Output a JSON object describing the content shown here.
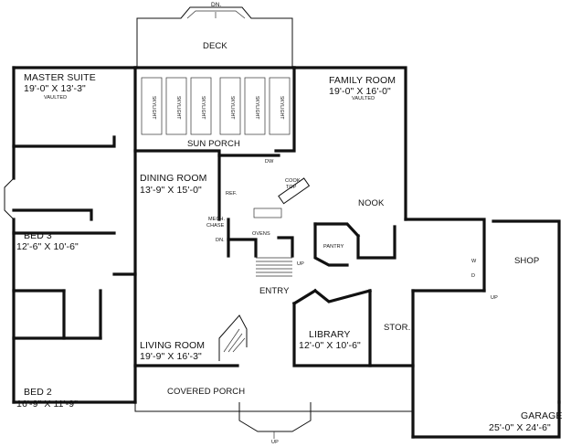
{
  "rooms": {
    "deck_dn": "DN.",
    "deck": "DECK",
    "master_suite": "MASTER SUITE",
    "master_suite_dim": "19'-0\" X 13'-3\"",
    "master_vaulted": "VAULTED",
    "family_room": "FAMILY ROOM",
    "family_room_dim": "19'-0\" X 16'-0\"",
    "family_vaulted": "VAULTED",
    "skylight": "SKYLIGHT",
    "sun_porch": "SUN PORCH",
    "dining_room": "DINING ROOM",
    "dining_room_dim": "13'-9\" X 15'-0\"",
    "dw": "DW",
    "cook_top": "COOK",
    "cook_top2": "TOP",
    "ref": "REF.",
    "nook": "NOOK",
    "bed3": "BED 3",
    "bed3_dim": "12'-6\" X 10'-6\"",
    "mech_chase": "MECH.",
    "mech_chase2": "CHASE",
    "dn": "DN.",
    "ovens": "OVENS",
    "pantry": "PANTRY",
    "up_stair": "UP",
    "shop": "SHOP",
    "w": "W",
    "d": "D",
    "entry": "ENTRY",
    "up_garage": "UP",
    "stor": "STOR.",
    "library": "LIBRARY",
    "library_dim": "12'-0\" X 10'-6\"",
    "living_room": "LIVING ROOM",
    "living_room_dim": "19'-9\" X 16'-3\"",
    "bed2": "BED 2",
    "bed2_dim": "16'-9\" X 11'-9\"",
    "covered_porch": "COVERED PORCH",
    "garage": "GARAGE",
    "garage_dim": "25'-0\" X 24'-6\"",
    "up_porch": "UP"
  },
  "colors": {
    "ink": "#111111",
    "paper": "#ffffff"
  }
}
